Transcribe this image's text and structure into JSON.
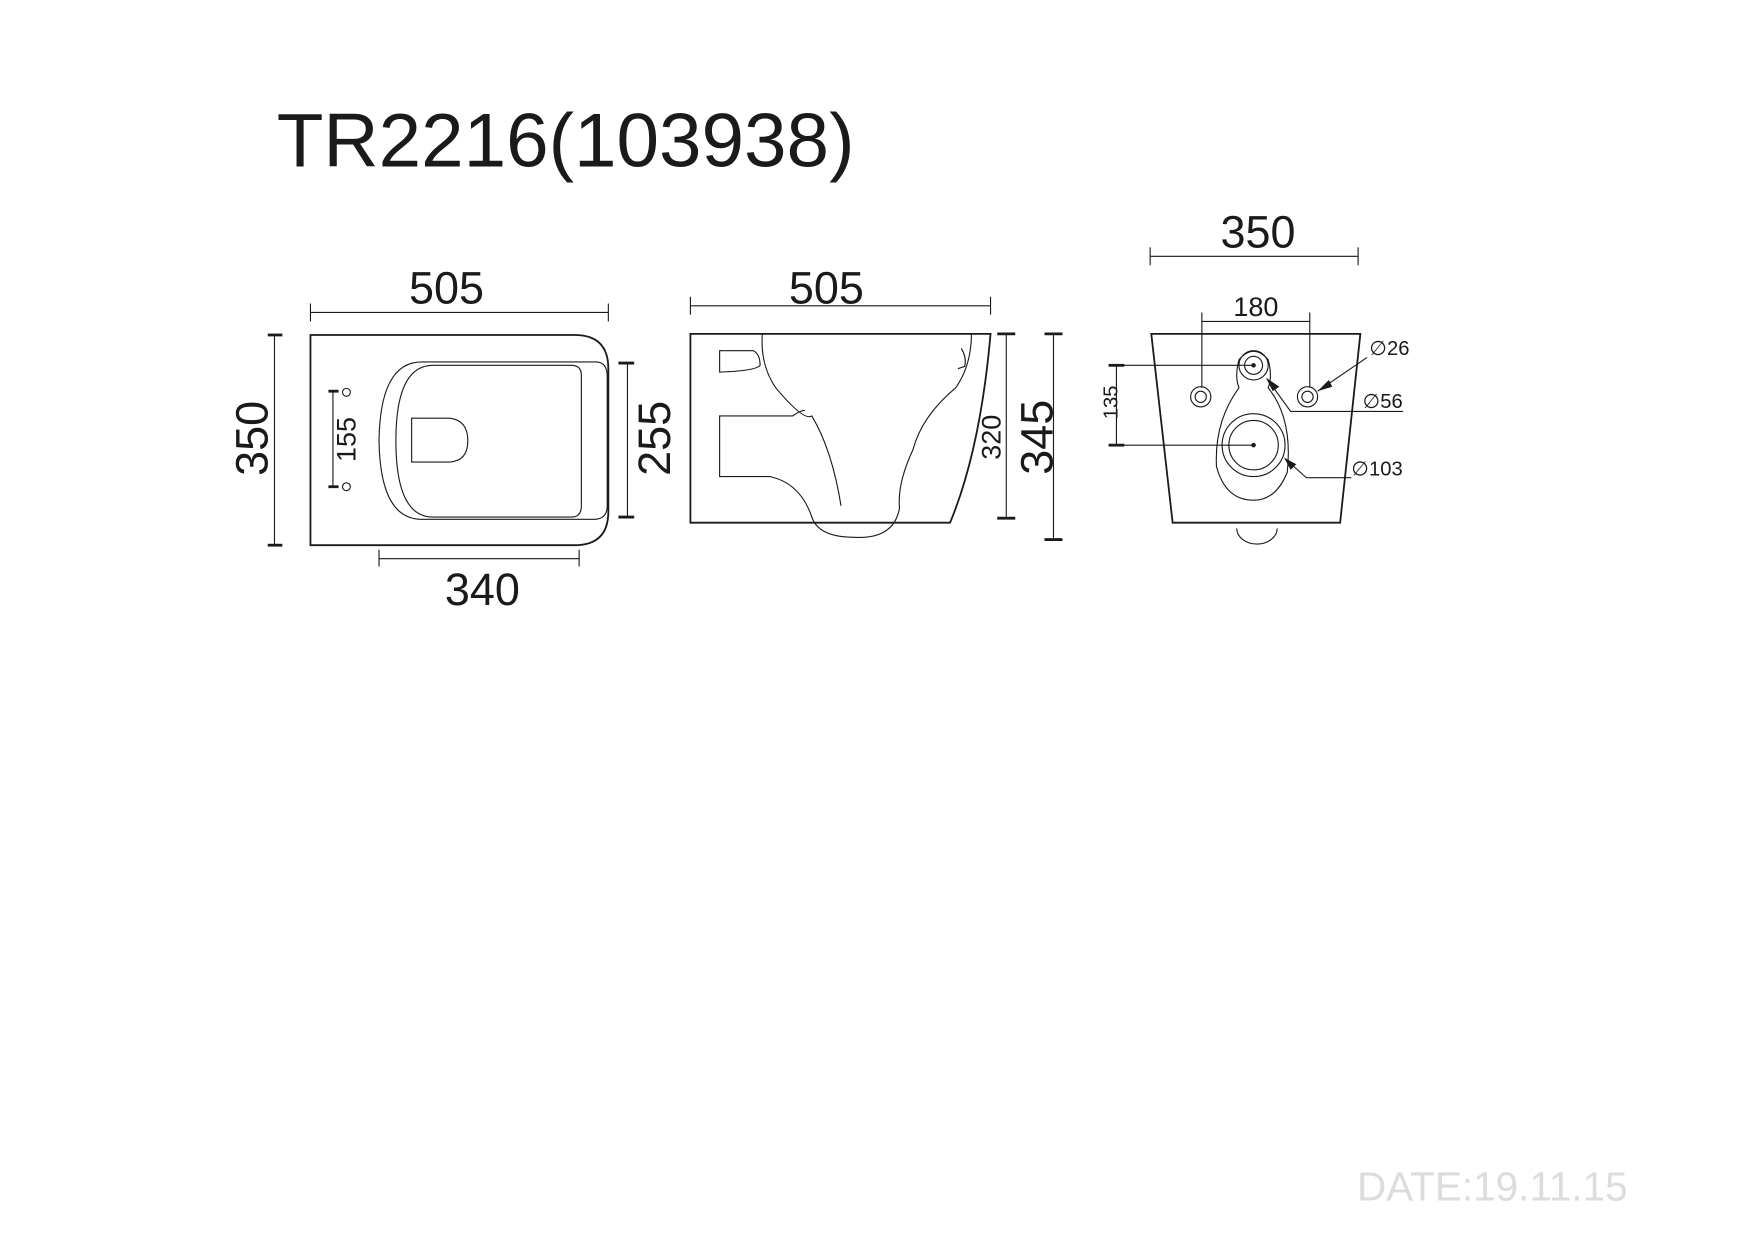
{
  "title": "TR2216(103938)",
  "plan_view": {
    "length": "505",
    "width": "350",
    "seat_width": "255",
    "rear_width": "340",
    "fixing_spacing": "155"
  },
  "side_view": {
    "length": "505",
    "height_rim": "320",
    "height_total": "345"
  },
  "back_view": {
    "width": "350",
    "bolt_spacing": "180",
    "outlet_offset": "135",
    "bolt_hole": "∅26",
    "inlet": "∅56",
    "outlet": "∅103"
  },
  "date": "DATE:19.11.15"
}
